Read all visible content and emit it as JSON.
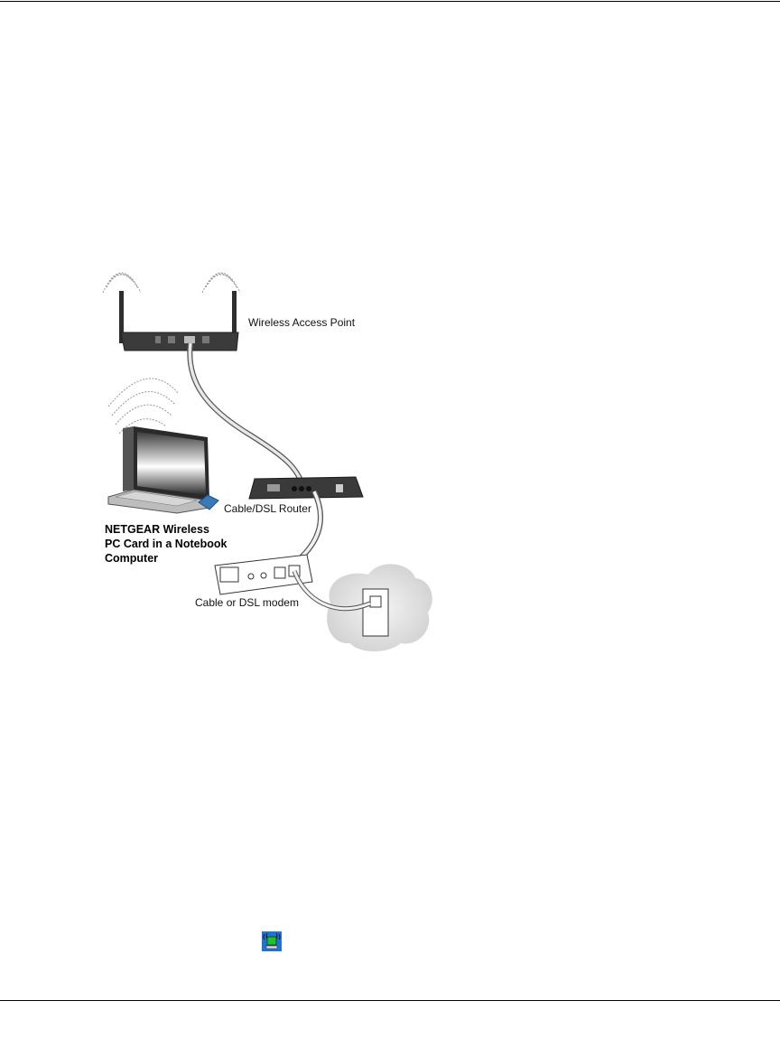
{
  "figure": {
    "labels": {
      "access_point": "Wireless Access Point",
      "router": "Cable/DSL Router",
      "modem": "Cable or DSL modem",
      "notebook_line1": "NETGEAR Wireless",
      "notebook_line2": "PC Card in a Notebook",
      "notebook_line3": "Computer"
    }
  },
  "tray_icon": {
    "name": "wireless-adapter-tray-icon",
    "colors": [
      "#1e73d6",
      "#22c02a"
    ]
  }
}
